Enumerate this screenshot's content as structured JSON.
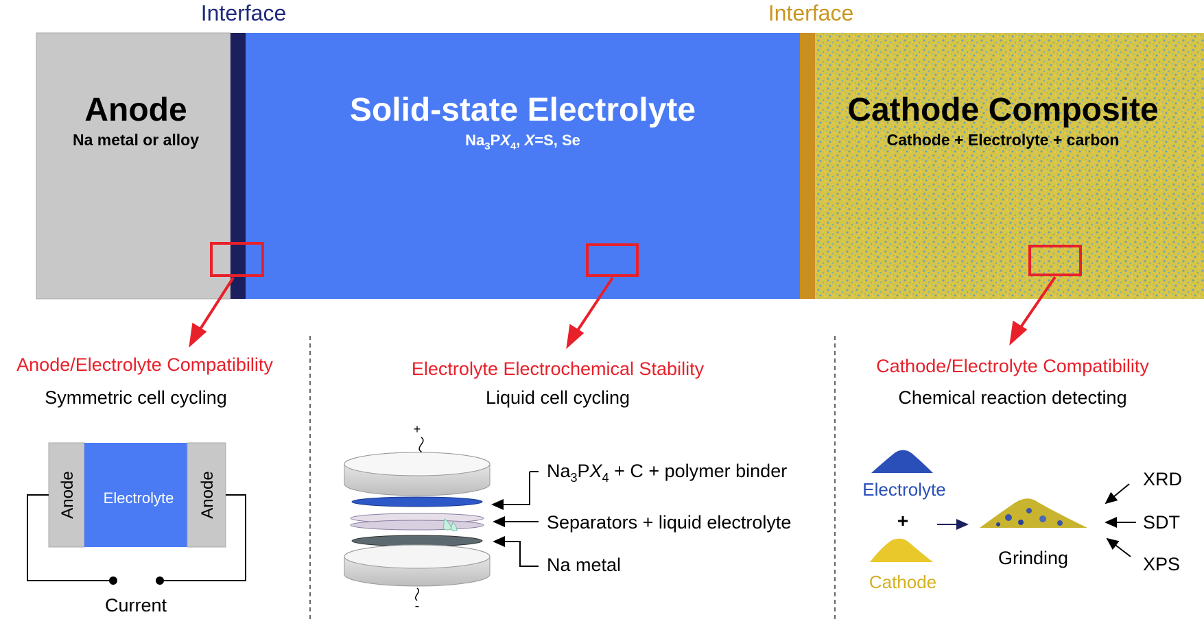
{
  "top": {
    "interface_left": "Interface",
    "interface_right": "Interface",
    "anode": {
      "title": "Anode",
      "subtitle": "Na metal or alloy"
    },
    "electrolyte": {
      "title": "Solid-state Electrolyte",
      "formula_na": "Na",
      "formula_sub3": "3",
      "formula_p": "P",
      "formula_x": "X",
      "formula_sub4": "4",
      "formula_comma": ", ",
      "formula_x2": "X",
      "formula_rest": "=S, Se"
    },
    "cathode": {
      "title": "Cathode Composite",
      "subtitle": "Cathode + Electrolyte + carbon"
    }
  },
  "left_panel": {
    "heading": "Anode/Electrolyte Compatibility",
    "method": "Symmetric cell cycling",
    "anode_left": "Anode",
    "electrolyte": "Electrolyte",
    "anode_right": "Anode",
    "current": "Current"
  },
  "middle_panel": {
    "heading": "Electrolyte Electrochemical Stability",
    "method": "Liquid cell cycling",
    "plus": "+",
    "minus": "-",
    "label1_na": "Na",
    "label1_sub3": "3",
    "label1_p": "P",
    "label1_x": "X",
    "label1_sub4": "4",
    "label1_rest": " + C + polymer binder",
    "label2": "Separators + liquid electrolyte",
    "label3": "Na metal"
  },
  "right_panel": {
    "heading": "Cathode/Electrolyte Compatibility",
    "method": "Chemical reaction detecting",
    "electrolyte": "Electrolyte",
    "plus": "+",
    "cathode": "Cathode",
    "grinding": "Grinding",
    "xrd": "XRD",
    "sdt": "SDT",
    "xps": "XPS"
  },
  "colors": {
    "anode_gray": "#c8c8c8",
    "interface_navy": "#1b1f5e",
    "electrolyte_blue": "#4a7bf5",
    "interface_gold": "#c98f1f",
    "cathode_yellow": "#d8c040",
    "accent_red": "#e8202a",
    "interface_label_left": "#1f2a7a",
    "interface_label_right": "#c9961f",
    "powder_blue": "#2a4fb8",
    "powder_yellow": "#e8c82a"
  }
}
